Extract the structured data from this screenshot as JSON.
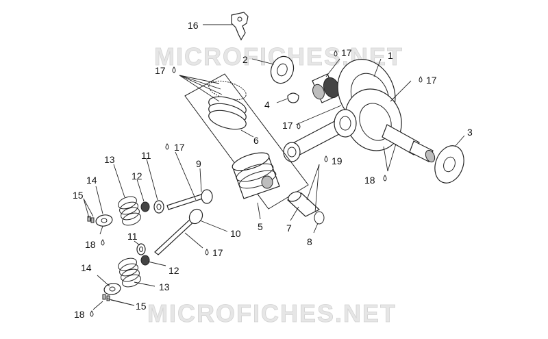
{
  "watermark": "MICROFICHES.NET",
  "callouts": {
    "c1": "1",
    "c2": "2",
    "c3": "3",
    "c4": "4",
    "c5": "5",
    "c6": "6",
    "c7": "7",
    "c8": "8",
    "c9": "9",
    "c10": "10",
    "c11a": "11",
    "c11b": "11",
    "c12a": "12",
    "c12b": "12",
    "c13a": "13",
    "c13b": "13",
    "c14a": "14",
    "c14b": "14",
    "c15a": "15",
    "c15b": "15",
    "c16": "16",
    "c17a": "17",
    "c17b": "17",
    "c17c": "17",
    "c17d": "17",
    "c17e": "17",
    "c17f": "17",
    "c18a": "18",
    "c18b": "18",
    "c18c": "18",
    "c19": "19"
  }
}
